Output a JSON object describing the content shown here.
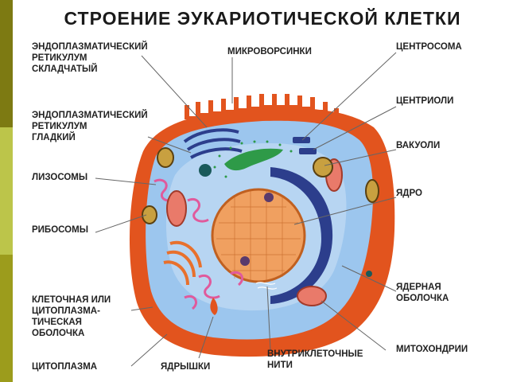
{
  "title": "СТРОЕНИЕ ЭУКАРИОТИЧЕСКОЙ КЛЕТКИ",
  "colors": {
    "sidebar_top": "#7d7a12",
    "sidebar_mid": "#bcc54a",
    "sidebar_bot": "#9c9c1c",
    "membrane": "#e2541e",
    "cytoplasm": "#9cc6ee",
    "nucleus": "#f0a060",
    "nuclear_envelope": "#2c3e8c",
    "reticulum": "#e05a9c",
    "golgi": "#e8702c",
    "label_line": "#666666"
  },
  "labels": {
    "rough_er": "ЭНДОПЛАЗМАТИЧЕСКИЙ\nРЕТИКУЛУМ\nСКЛАДЧАТЫЙ",
    "microvilli": "МИКРОВОРСИНКИ",
    "centrosome": "ЦЕНТРОСОМА",
    "centrioles": "ЦЕНТРИОЛИ",
    "smooth_er": "ЭНДОПЛАЗМАТИЧЕСКИЙ\nРЕТИКУЛУМ\nГЛАДКИЙ",
    "vacuoles": "ВАКУОЛИ",
    "lysosomes": "ЛИЗОСОМЫ",
    "nucleus": "ЯДРО",
    "ribosomes": "РИБОСОМЫ",
    "nuclear_envelope": "ЯДЕРНАЯ\nОБОЛОЧКА",
    "cell_membrane": "КЛЕТОЧНАЯ ИЛИ\nЦИТОПЛАЗМА-\nТИЧЕСКАЯ\nОБОЛОЧКА",
    "mitochondria": "МИТОХОНДРИИ",
    "intracellular_threads": "ВНУТРИКЛЕТОЧНЫЕ\nНИТИ",
    "cytoplasm": "ЦИТОПЛАЗМА",
    "nucleoli": "ЯДРЫШКИ"
  }
}
